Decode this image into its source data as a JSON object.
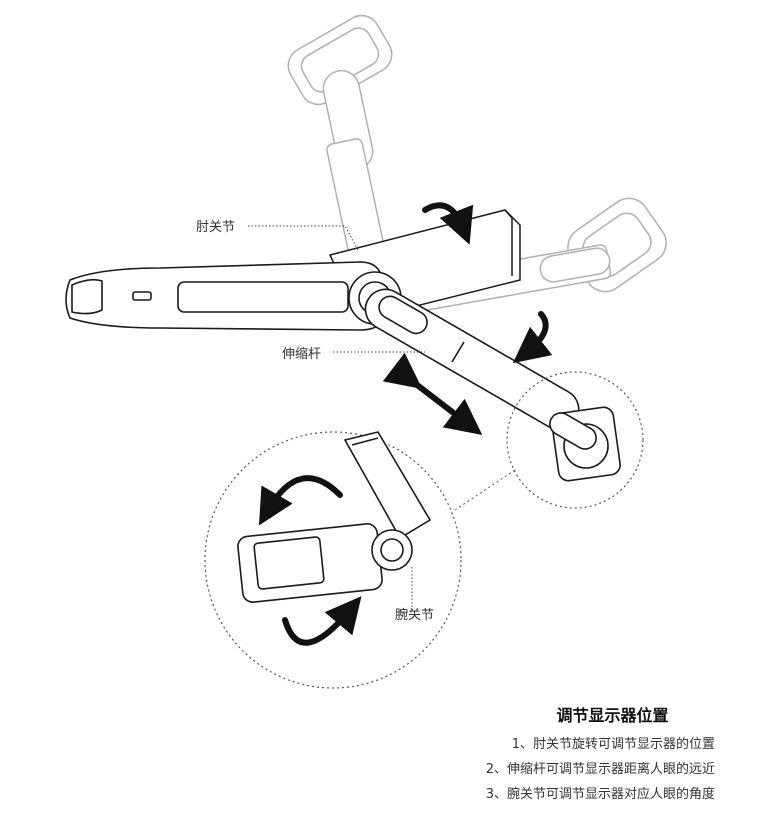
{
  "callouts": {
    "elbow_joint": "肘关节",
    "telescopic_rod": "伸缩杆",
    "wrist_joint": "腕关节"
  },
  "legend": {
    "title": "调节显示器位置",
    "items": [
      "1、肘关节旋转可调节显示器的位置",
      "2、伸缩杆可调节显示器距离人眼的远近",
      "3、腕关节可调节显示器对应人眼的角度"
    ]
  },
  "colors": {
    "line": "#1a1a1a",
    "ghost": "#b0b0b0",
    "arrow": "#111111",
    "fill": "#ffffff"
  }
}
